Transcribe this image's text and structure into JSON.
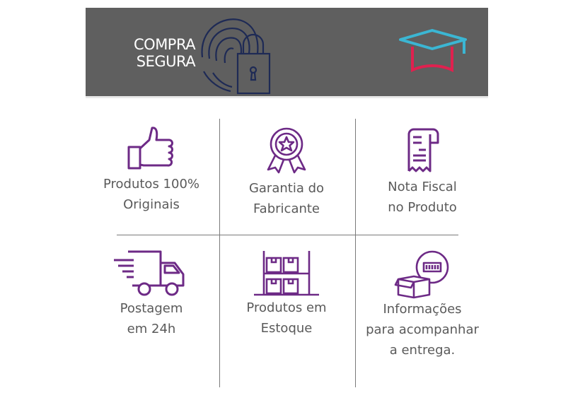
{
  "banner": {
    "line1": "COMPRA",
    "line2": "SEGURA"
  },
  "features": [
    {
      "line1": "Produtos 100%",
      "line2": "Originais",
      "icon": "thumbs-up-icon"
    },
    {
      "line1": "Garantia do",
      "line2": "Fabricante",
      "icon": "award-ribbon-icon"
    },
    {
      "line1": "Nota Fiscal",
      "line2": "no Produto",
      "icon": "receipt-icon"
    },
    {
      "line1": "Postagem",
      "line2": "em 24h",
      "icon": "delivery-truck-icon"
    },
    {
      "line1": "Produtos em",
      "line2": "Estoque",
      "icon": "warehouse-shelf-icon"
    },
    {
      "line1": "Informações",
      "line2": "para acompanhar",
      "line3": "a entrega.",
      "icon": "package-tracking-icon"
    }
  ],
  "colors": {
    "banner_bg": "#5f5f5f",
    "icon_purple": "#6d2a86",
    "lock_navy": "#1e2a55",
    "cap_blue": "#3bb6d3",
    "cap_red": "#e0214f",
    "text": "#5a5a5a"
  }
}
